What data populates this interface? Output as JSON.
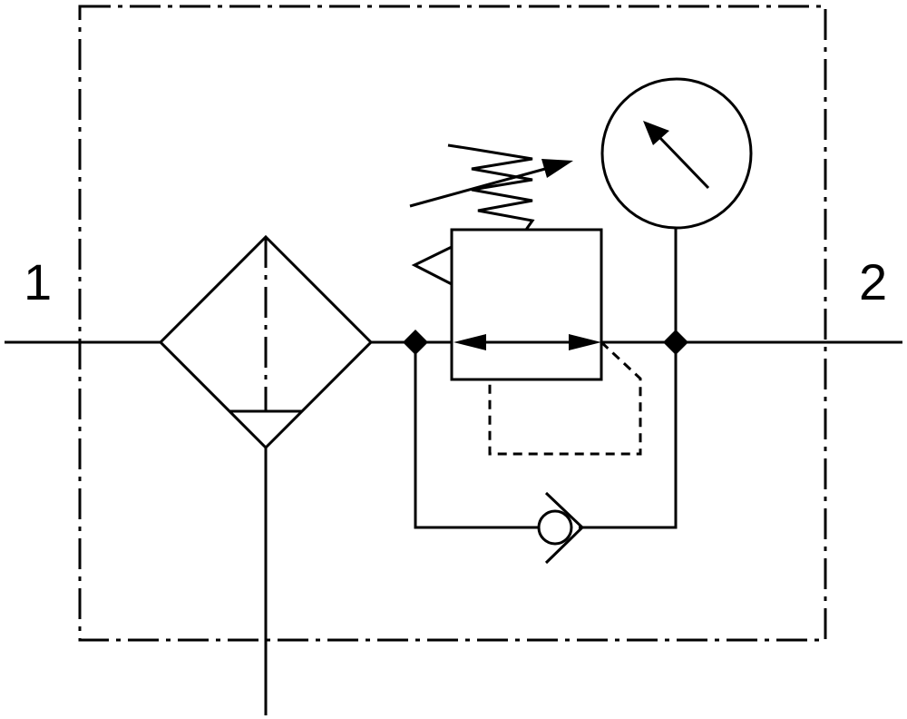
{
  "ports": {
    "inlet_label": "1",
    "outlet_label": "2"
  },
  "colors": {
    "stroke": "#000000",
    "background": "#ffffff"
  },
  "components": {
    "boundary": "dash-dot-enclosure",
    "filter": "filter-with-water-separator-icon",
    "regulator": "pressure-regulating-valve-icon",
    "gauge": "pressure-gauge-icon",
    "check_valve": "check-valve-bypass-icon"
  }
}
